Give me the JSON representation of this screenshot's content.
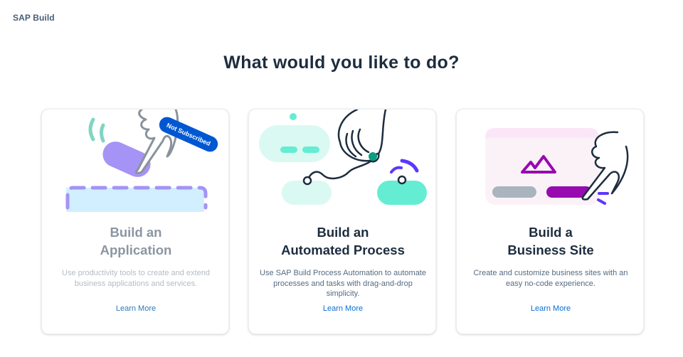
{
  "header": {
    "brand": "SAP Build"
  },
  "main": {
    "title": "What would you like to do?",
    "cards": [
      {
        "title_line1": "Build an",
        "title_line2": "Application",
        "description": "Use productivity tools to create and extend business applications and services.",
        "link": "Learn More",
        "badge": "Not Subscribed",
        "disabled": true
      },
      {
        "title_line1": "Build an",
        "title_line2": "Automated Process",
        "description": "Use SAP Build Process Automation to automate processes and tasks with drag-and-drop simplicity.",
        "link": "Learn More"
      },
      {
        "title_line1": "Build a",
        "title_line2": "Business Site",
        "description": "Create and customize business sites with an easy no-code experience.",
        "link": "Learn More"
      }
    ]
  },
  "colors": {
    "title_text": "#1d2d3e",
    "link": "#0a6ed1",
    "badge_bg": "#0057d2",
    "app_accent": "#a593f6",
    "process_accent": "#64edd2",
    "site_accent": "#970ab0"
  }
}
